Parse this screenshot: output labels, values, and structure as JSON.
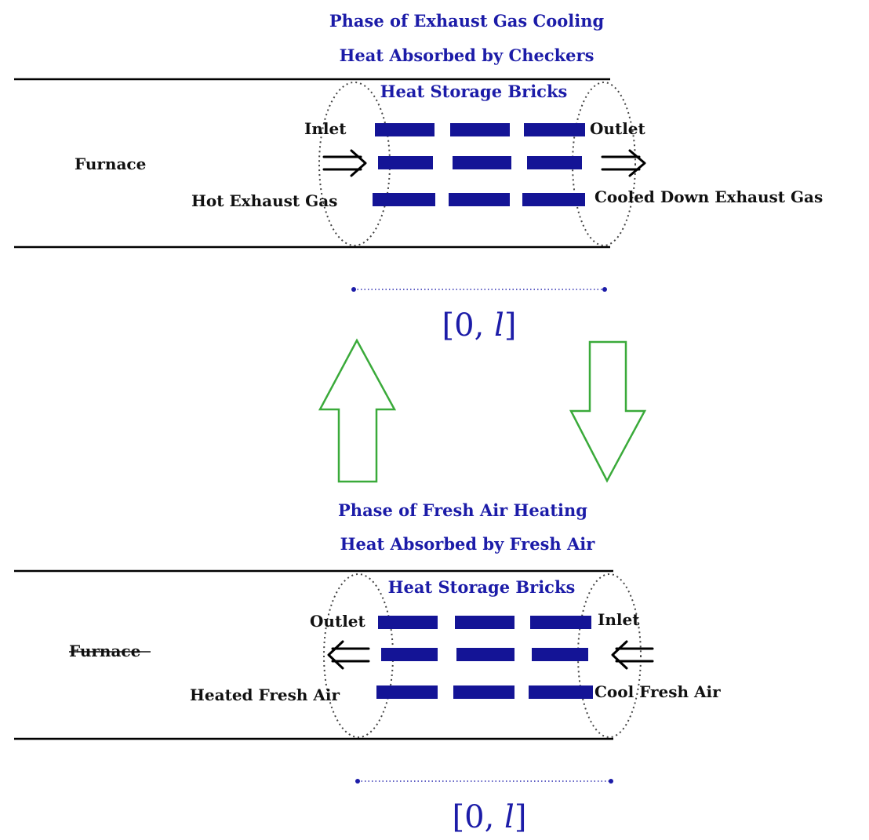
{
  "top_phase": {
    "title": "Phase of Exhaust Gas Cooling",
    "subtitle": "Heat Absorbed by Checkers",
    "bricks_label": "Heat Storage Bricks",
    "furnace_label": "Furnace",
    "inlet_label": "Inlet",
    "outlet_label": "Outlet",
    "inflow_label": "Hot Exhaust Gas",
    "outflow_label": "Cooled Down Exhaust Gas",
    "interval_open": "[0, ",
    "interval_var": "l",
    "interval_close": "]"
  },
  "bottom_phase": {
    "title": "Phase of Fresh Air Heating",
    "subtitle": "Heat Absorbed by Fresh Air",
    "bricks_label": "Heat Storage Bricks",
    "furnace_label": "Furnace",
    "inlet_label": "Inlet",
    "outlet_label": "Outlet",
    "inflow_label": "Cool Fresh Air",
    "outflow_label": "Heated Fresh Air",
    "interval_open": "[0, ",
    "interval_var": "l",
    "interval_close": "]"
  },
  "colors": {
    "label_blue": "#1c1ca8",
    "brick_blue": "#141496",
    "phase_arrow_green": "#3aaa3a",
    "text_black": "#111111"
  },
  "icons": {
    "flow_right": "double-arrow-right-icon",
    "flow_left": "double-arrow-left-icon",
    "phase_up": "hollow-arrow-up-icon",
    "phase_down": "hollow-arrow-down-icon"
  }
}
